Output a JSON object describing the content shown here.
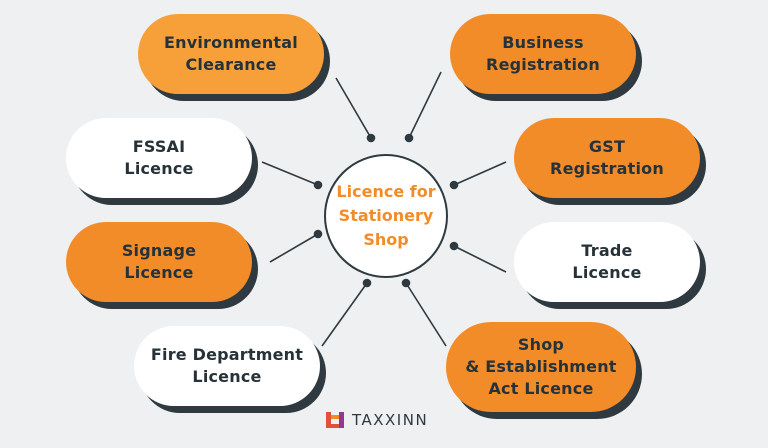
{
  "center": {
    "label": "Licence for\nStationery\nShop"
  },
  "nodes": [
    {
      "label": "Environmental\nClearance"
    },
    {
      "label": "Business\nRegistration"
    },
    {
      "label": "FSSAI\nLicence"
    },
    {
      "label": "GST\nRegistration"
    },
    {
      "label": "Signage\nLicence"
    },
    {
      "label": "Trade\nLicence"
    },
    {
      "label": "Fire Department\nLicence"
    },
    {
      "label": "Shop\n& Establishment\nAct Licence"
    }
  ],
  "brand": {
    "name": "TAXXINN",
    "icon": "taxxinn-logo-icon"
  },
  "colors": {
    "orange": "#f28c28",
    "dark": "#2f3a40",
    "white": "#ffffff"
  }
}
